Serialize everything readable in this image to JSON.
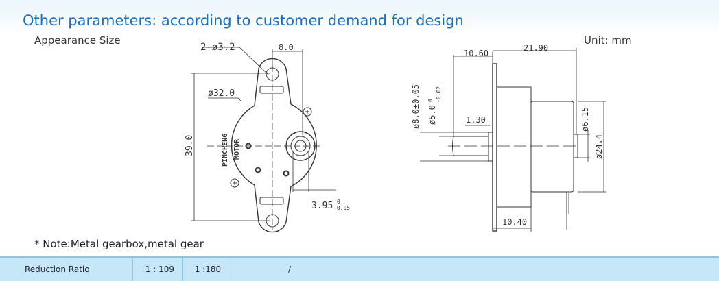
{
  "title": "Other parameters: according to customer demand for design",
  "subtitle": "Appearance Size",
  "unit": "Unit: mm",
  "note": "* Note:Metal gearbox,metal gear",
  "front_view": {
    "holes": "2-ø3.2",
    "width_dim": "8.0",
    "diameter": "ø32.0",
    "height": "39.0",
    "shaft_offset": "3.95",
    "tol_upper": "0",
    "tol_lower": "-0.05",
    "brand_line1": "PINCHENG",
    "brand_line2": "MOTOR"
  },
  "side_view": {
    "dim1": "10.60",
    "dim2": "21.90",
    "dim3": "1.30",
    "dim4": "ø8.0±0.05",
    "dim5": "ø5.0",
    "dim5_tol_upper": "0",
    "dim5_tol_lower": "-0.02",
    "dim6": "ø6.15",
    "dim7": "ø24.4",
    "dim8": "10.40"
  },
  "table": {
    "label": "Reduction Ratio",
    "values": [
      "1 : 109",
      "1 :180",
      "/"
    ]
  }
}
